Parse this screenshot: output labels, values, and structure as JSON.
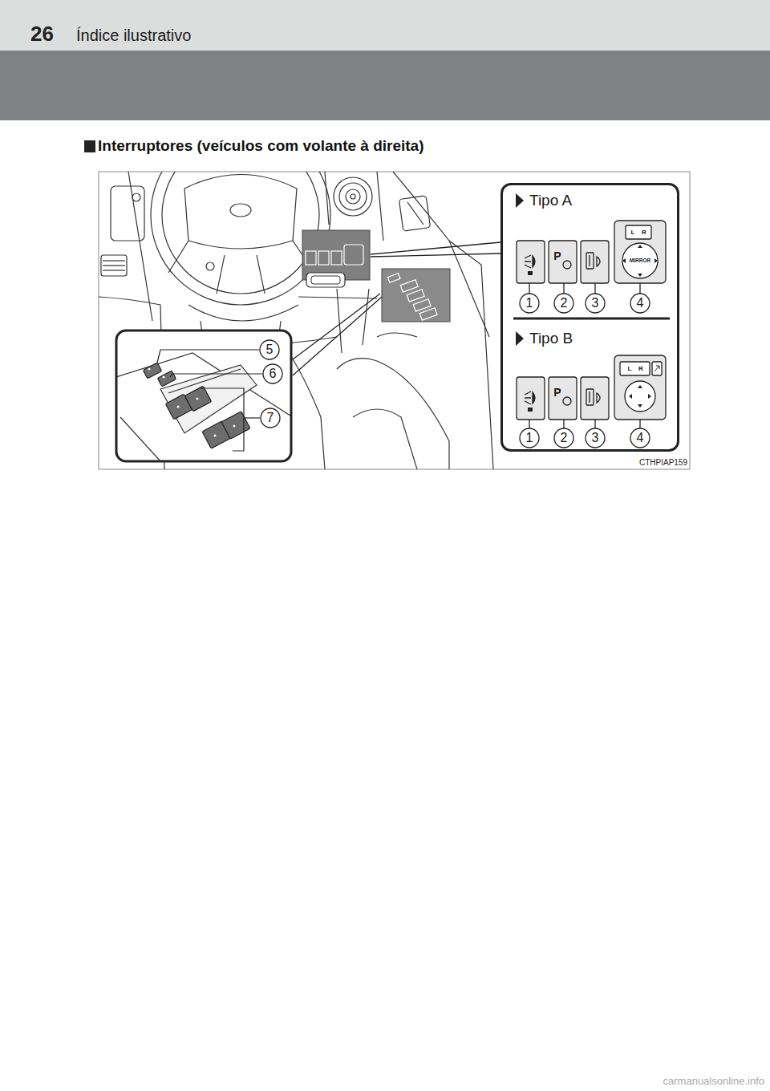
{
  "diagram": {
    "title": "Interruptores (veículos com volante à direita)",
    "nodes": [
      {
        "text": [
          "Tipo A",
          "Tipo B"
        ]
      }
    ],
    "labels": [
      "26",
      "Índice ilustrativo",
      "P",
      "L",
      "R",
      "MIRROR",
      "1",
      "2",
      "3",
      "4",
      "P",
      "L",
      "R",
      "1",
      "2",
      "3",
      "4",
      "5",
      "6",
      "7",
      "CTHPIAP159",
      "carmanualsonline.info"
    ]
  }
}
